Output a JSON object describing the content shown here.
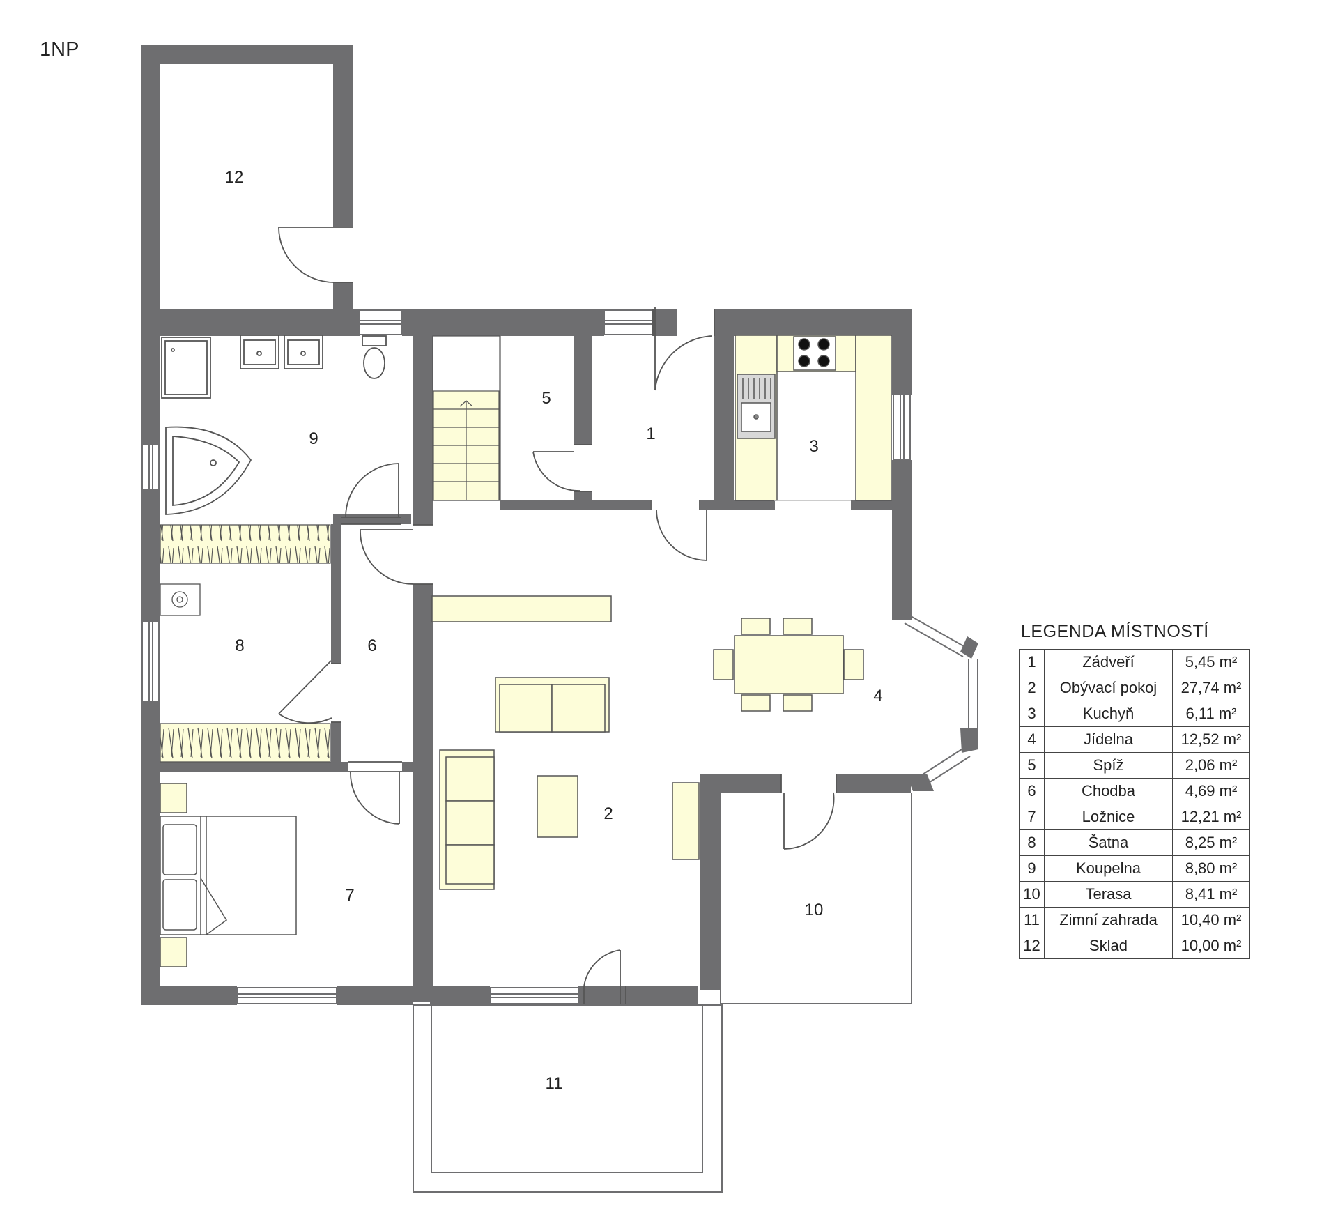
{
  "floor_label": "1NP",
  "legend_title": "LEGENDA MÍSTNOSTÍ",
  "rooms": [
    {
      "num": "1",
      "name": "Zádveří",
      "area": "5,45 m²"
    },
    {
      "num": "2",
      "name": "Obývací pokoj",
      "area": "27,74 m²"
    },
    {
      "num": "3",
      "name": "Kuchyň",
      "area": "6,11 m²"
    },
    {
      "num": "4",
      "name": "Jídelna",
      "area": "12,52 m²"
    },
    {
      "num": "5",
      "name": "Spíž",
      "area": "2,06 m²"
    },
    {
      "num": "6",
      "name": "Chodba",
      "area": "4,69 m²"
    },
    {
      "num": "7",
      "name": "Ložnice",
      "area": "12,21 m²"
    },
    {
      "num": "8",
      "name": "Šatna",
      "area": "8,25 m²"
    },
    {
      "num": "9",
      "name": "Koupelna",
      "area": "8,80 m²"
    },
    {
      "num": "10",
      "name": "Terasa",
      "area": "8,41 m²"
    },
    {
      "num": "11",
      "name": "Zimní zahrada",
      "area": "10,40 m²"
    },
    {
      "num": "12",
      "name": "Sklad",
      "area": "10,00 m²"
    }
  ],
  "colors": {
    "wall": "#6e6e70",
    "furniture": "#fdfdd9",
    "line": "#444444"
  }
}
